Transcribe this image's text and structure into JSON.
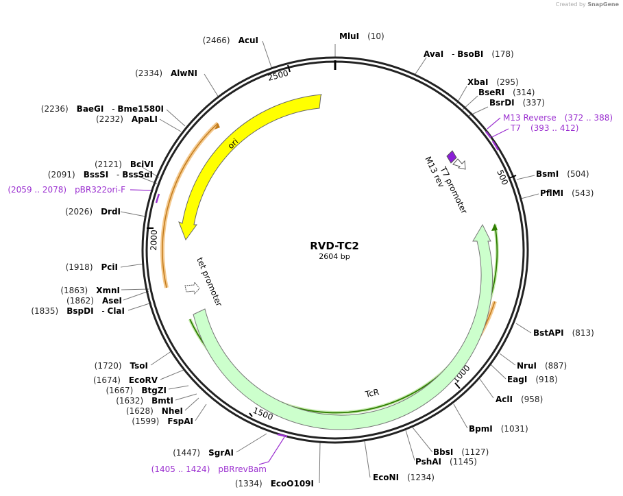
{
  "credit": {
    "prefix": "Created by",
    "brand": "SnapGene"
  },
  "plasmid": {
    "name": "RVD-TC2",
    "length_label": "2604 bp",
    "length": 2604
  },
  "ticks": [
    "500",
    "1000",
    "1500",
    "2000",
    "2500"
  ],
  "features": {
    "ori": "ori",
    "tcr": "TcR",
    "t7_promoter": "T7 promoter",
    "m13_rev": "M13 rev",
    "tet_promoter": "tet promoter"
  },
  "sites": [
    {
      "name": "MluI",
      "pos": "(10)"
    },
    {
      "name": "AvaI",
      "name2": "BsoBI",
      "pos": "(178)"
    },
    {
      "name": "XbaI",
      "pos": "(295)"
    },
    {
      "name": "BseRI",
      "pos": "(314)"
    },
    {
      "name": "BsrDI",
      "pos": "(337)"
    },
    {
      "name": "BsmI",
      "pos": "(504)"
    },
    {
      "name": "PflMI",
      "pos": "(543)"
    },
    {
      "name": "BstAPI",
      "pos": "(813)"
    },
    {
      "name": "NruI",
      "pos": "(887)"
    },
    {
      "name": "EagI",
      "pos": "(918)"
    },
    {
      "name": "AclI",
      "pos": "(958)"
    },
    {
      "name": "BpmI",
      "pos": "(1031)"
    },
    {
      "name": "BbsI",
      "pos": "(1127)"
    },
    {
      "name": "PshAI",
      "pos": "(1145)"
    },
    {
      "name": "EcoNI",
      "pos": "(1234)"
    },
    {
      "name": "EcoO109I",
      "pos": "(1334)"
    },
    {
      "name": "SgrAI",
      "pos": "(1447)"
    },
    {
      "name": "FspAI",
      "pos": "(1599)"
    },
    {
      "name": "NheI",
      "pos": "(1628)"
    },
    {
      "name": "BmtI",
      "pos": "(1632)"
    },
    {
      "name": "BtgZI",
      "pos": "(1667)"
    },
    {
      "name": "EcoRV",
      "pos": "(1674)"
    },
    {
      "name": "TsoI",
      "pos": "(1720)"
    },
    {
      "name": "BspDI",
      "name2": "ClaI",
      "pos": "(1835)"
    },
    {
      "name": "AseI",
      "pos": "(1862)"
    },
    {
      "name": "XmnI",
      "pos": "(1863)"
    },
    {
      "name": "PciI",
      "pos": "(1918)"
    },
    {
      "name": "DrdI",
      "pos": "(2026)"
    },
    {
      "name": "BssSI",
      "name2": "BssSαI",
      "pos": "(2091)"
    },
    {
      "name": "BciVI",
      "pos": "(2121)"
    },
    {
      "name": "ApaLI",
      "pos": "(2232)"
    },
    {
      "name": "BaeGI",
      "name2": "Bme1580I",
      "pos": "(2236)"
    },
    {
      "name": "AlwNI",
      "pos": "(2334)"
    },
    {
      "name": "AcuI",
      "pos": "(2466)"
    }
  ],
  "primers": [
    {
      "name": "M13 Reverse",
      "range": "(372 .. 388)"
    },
    {
      "name": "T7",
      "range": "(393 .. 412)"
    },
    {
      "name": "pBR322ori-F",
      "range": "(2059 .. 2078)"
    },
    {
      "name": "pBRrevBam",
      "range": "(1405 .. 1424)"
    }
  ],
  "colors": {
    "backbone": "#222222",
    "ori": "#ffff00",
    "tcr": "#ccffcc",
    "primer": "#9b30d0",
    "primer_bar": "#e8a44a",
    "primer_line": "#2e7d00"
  }
}
